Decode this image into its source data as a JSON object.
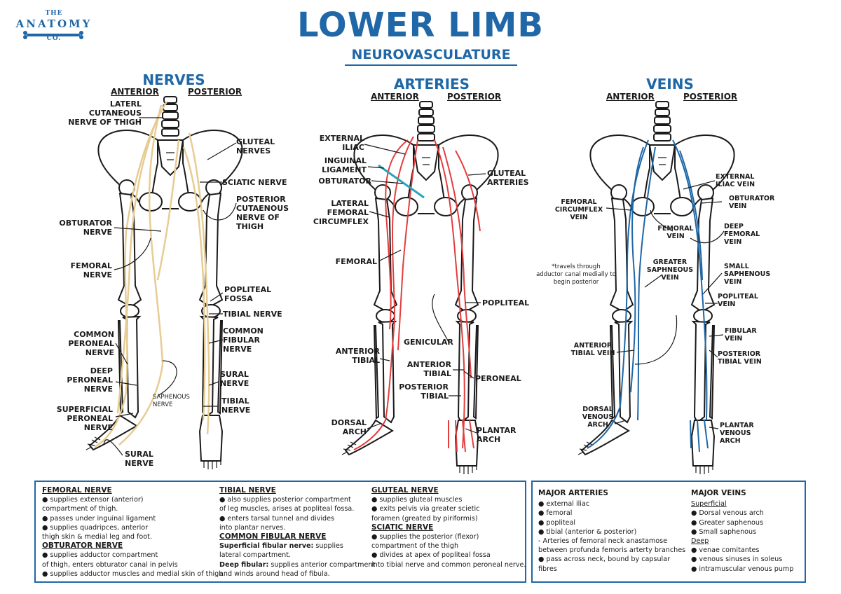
{
  "logo": {
    "line1": "THE",
    "line2": "ANATOMY",
    "line3": "CO."
  },
  "title": "LOWER LIMB",
  "subtitle": "NEUROVASCULATURE",
  "colors": {
    "accent": "#1f67a6",
    "nerve": "#e7cc93",
    "artery": "#e33d3d",
    "vein": "#1f67a6",
    "bone": "#1a1a1a"
  },
  "nerves": {
    "heading": "NERVES",
    "anterior": "ANTERIOR",
    "posterior": "POSTERIOR",
    "labels": {
      "lateral_cutaneous": "LATERL\nCUTANEOUS\nNERVE OF THIGH",
      "gluteal": "GLUTEAL\nNERVES",
      "sciatic": "SCIATIC NERVE",
      "posterior_cutaneous": "POSTERIOR\nCUTAENOUS\nNERVE OF\nTHIGH",
      "obturator": "OBTURATOR\nNERVE",
      "femoral": "FEMORAL\nNERVE",
      "popliteal_fossa": "POPLITEAL\nFOSSA",
      "tibial": "TIBIAL NERVE",
      "common_fibular": "COMMON\nFIBULAR\nNERVE",
      "common_peroneal": "COMMON\nPERONEAL\nNERVE",
      "deep_peroneal": "DEEP\nPERONEAL\nNERVE",
      "saphenous": "SAPHENOUS\nNERVE",
      "sural_post": "SURAL\nNERVE",
      "tibial_low": "TIBIAL\nNERVE",
      "superficial_peroneal": "SUPERFICIAL\nPERONEAL\nNERVE",
      "sural_ant": "SURAL\nNERVE"
    }
  },
  "arteries": {
    "heading": "ARTERIES",
    "anterior": "ANTERIOR",
    "posterior": "POSTERIOR",
    "labels": {
      "external_iliac": "EXTERNAL\nILIAC",
      "inguinal": "INGUINAL\nLIGAMENT",
      "obturator": "OBTURATOR",
      "gluteal": "GLUTEAL\nARTERIES",
      "lateral_femoral_circumflex": "LATERAL\nFEMORAL\nCIRCUMFLEX",
      "femoral": "FEMORAL",
      "popliteal": "POPLITEAL",
      "genicular": "GENICULAR",
      "anterior_tibial_left": "ANTERIOR\nTIBIAL",
      "anterior_tibial_mid": "ANTERIOR\nTIBIAL",
      "posterior_tibial": "POSTERIOR\nTIBIAL",
      "peroneal": "PERONEAL",
      "dorsal_arch": "DORSAL\nARCH",
      "plantar_arch": "PLANTAR\nARCH"
    }
  },
  "veins": {
    "heading": "VEINS",
    "anterior": "ANTERIOR",
    "posterior": "POSTERIOR",
    "labels": {
      "external_iliac": "EXTERNAL\nILIAC VEIN",
      "obturator": "OBTURATOR\nVEIN",
      "femoral_circumflex": "FEMORAL\nCIRCUMFLEX\nVEIN",
      "femoral": "FEMORAL\nVEIN",
      "deep_femoral": "DEEP\nFEMORAL\nVEIN",
      "note": "*travels through\nadductor canal medially to\nbegin posterior",
      "greater_saphenous": "GREATER\nSAPHNEOUS\nVEIN",
      "small_saphenous": "SMALL\nSAPHENOUS\nVEIN",
      "popliteal": "POPLITEAL\nVEIN",
      "fibular": "FIBULAR\nVEIN",
      "anterior_tibial": "ANTERIOR\nTIBIAL VEIN",
      "posterior_tibial": "POSTERIOR\nTIBIAL VEIN",
      "dorsal_venous_arch": "DORSAL\nVENOUS\nARCH",
      "plantar_venous_arch": "PLANTAR\nVENOUS\nARCH"
    }
  },
  "notes_nerves": {
    "col1": [
      {
        "type": "h",
        "text": "FEMORAL NERVE"
      },
      {
        "type": "t",
        "text": "● supplies extensor (anterior)"
      },
      {
        "type": "t",
        "text": "compartment of thigh."
      },
      {
        "type": "t",
        "text": "● passes under inguinal ligament"
      },
      {
        "type": "t",
        "text": "● supplies quadripces, anterior"
      },
      {
        "type": "t",
        "text": "thigh skin & medial leg and foot."
      },
      {
        "type": "h",
        "text": "OBTURATOR NERVE"
      },
      {
        "type": "t",
        "text": "● supplies adductor compartment"
      },
      {
        "type": "t",
        "text": "of thigh, enters obturator canal in pelvis"
      },
      {
        "type": "t",
        "text": "● supplies adductor muscles and medial skin of thigh."
      }
    ],
    "col2": [
      {
        "type": "h",
        "text": "TIBIAL NERVE"
      },
      {
        "type": "t",
        "text": "● also supplies posterior compartment"
      },
      {
        "type": "t",
        "text": "of leg muscles, arises at popliteal fossa."
      },
      {
        "type": "t",
        "text": "● enters tarsal tunnel and divides"
      },
      {
        "type": "t",
        "text": "into plantar nerves."
      },
      {
        "type": "h",
        "text": "COMMON FIBULAR NERVE"
      },
      {
        "type": "bt",
        "bold": "Superficial fibular nerve:",
        "text": " supplies"
      },
      {
        "type": "t",
        "text": "lateral compartment."
      },
      {
        "type": "bt",
        "bold": "Deep fibular:",
        "text": " supplies anterior compartment"
      },
      {
        "type": "t",
        "text": "and winds around head of fibula."
      }
    ],
    "col3": [
      {
        "type": "h",
        "text": "GLUTEAL NERVE"
      },
      {
        "type": "t",
        "text": "● supplies gluteal muscles"
      },
      {
        "type": "t",
        "text": "● exits pelvis via greater scietic"
      },
      {
        "type": "t",
        "text": "foramen (greated by piriformis)"
      },
      {
        "type": "h",
        "text": "SCIATIC NERVE"
      },
      {
        "type": "t",
        "text": "● supplies the posterior (flexor)"
      },
      {
        "type": "t",
        "text": "compartment of the thigh"
      },
      {
        "type": "t",
        "text": "● divides at apex of popliteal fossa"
      },
      {
        "type": "t",
        "text": "into tibial nerve and common peroneal nerve."
      }
    ]
  },
  "notes_vessels": {
    "arteries": [
      {
        "type": "hb",
        "text": "MAJOR ARTERIES"
      },
      {
        "type": "t",
        "text": "● external iliac"
      },
      {
        "type": "t",
        "text": "● femoral"
      },
      {
        "type": "t",
        "text": "● popliteal"
      },
      {
        "type": "t",
        "text": "● tibial (anterior & posterior)"
      },
      {
        "type": "t",
        "text": "- Arteries of femoral neck anastamose"
      },
      {
        "type": "t",
        "text": "between profunda femoris arterty branches"
      },
      {
        "type": "t",
        "text": "● pass across neck, bound by capsular"
      },
      {
        "type": "t",
        "text": "fibres"
      }
    ],
    "veins": [
      {
        "type": "hb",
        "text": "MAJOR VEINS"
      },
      {
        "type": "u",
        "text": "Superficial"
      },
      {
        "type": "t",
        "text": "● Dorsal venous arch"
      },
      {
        "type": "t",
        "text": "● Greater saphenous"
      },
      {
        "type": "t",
        "text": "● Small saphenous"
      },
      {
        "type": "u",
        "text": "Deep"
      },
      {
        "type": "t",
        "text": "● venae comitantes"
      },
      {
        "type": "t",
        "text": "● venous sinuses in soleus"
      },
      {
        "type": "t",
        "text": "● intramuscular venous pump"
      }
    ]
  }
}
